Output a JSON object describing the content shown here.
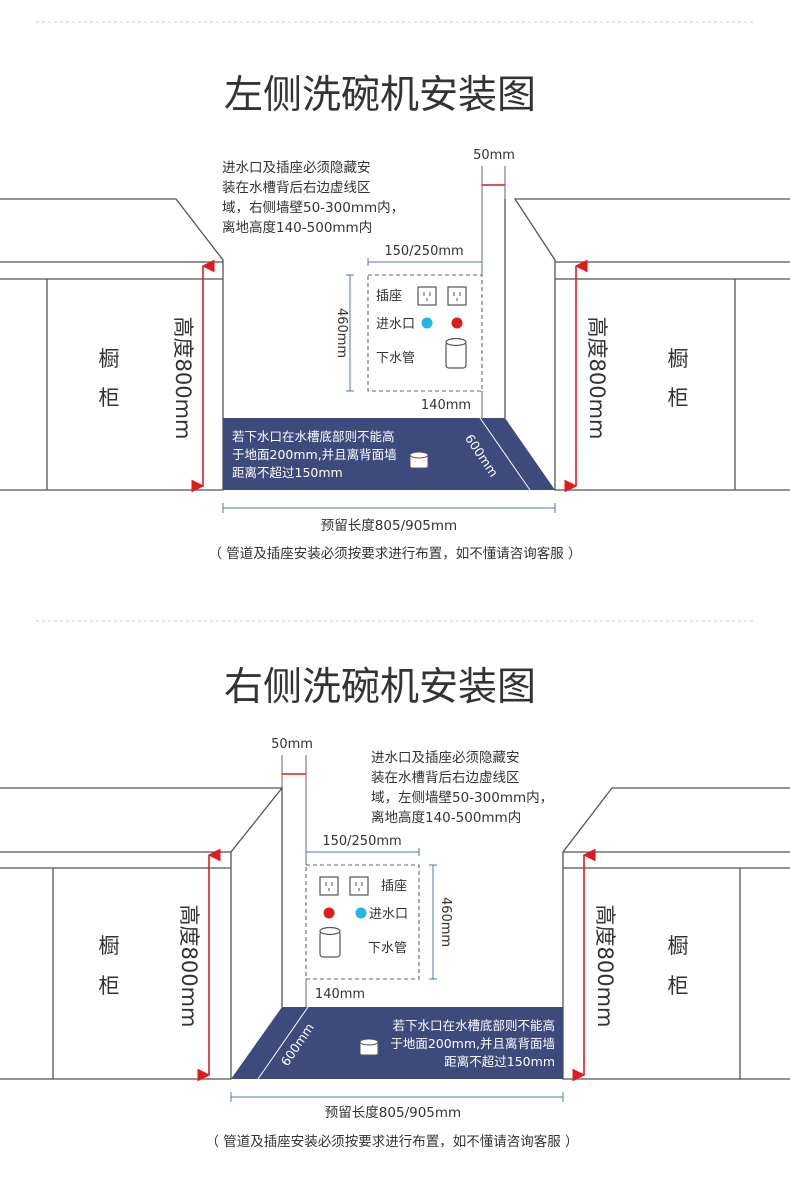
{
  "colors": {
    "floor": "#3c4a7c",
    "red": "#e11b1b",
    "cyan": "#1fb6e8",
    "blue_dim": "#4a78c8",
    "line": "#555555"
  },
  "left": {
    "title": "左侧洗碗机安装图",
    "note": [
      "进水口及插座必须隐藏安",
      "装在水槽背后右边虚线区",
      "域，右侧墙壁50-300mm内，",
      "离地高度140-500mm内"
    ],
    "dim_50": "50mm",
    "dim_width": "150/250mm",
    "dim_460": "460mm",
    "dim_140": "140mm",
    "dim_600": "600mm",
    "height_left": "高度800mm",
    "height_right": "高度800mm",
    "cabinet_left": [
      "橱",
      "柜"
    ],
    "cabinet_right": [
      "橱",
      "柜"
    ],
    "socket": "插座",
    "inlet": "进水口",
    "drain": "下水管",
    "floor_note": [
      "若下水口在水槽底部则不能高",
      "于地面200mm,并且离背面墙",
      "距离不超过150mm"
    ],
    "reserve": "预留长度805/905mm",
    "footnote": "（ 管道及插座安装必须按要求进行布置，如不懂请咨询客服 ）"
  },
  "right": {
    "title": "右侧洗碗机安装图",
    "note": [
      "进水口及插座必须隐藏安",
      "装在水槽背后右边虚线区",
      "域，左侧墙壁50-300mm内，",
      "离地高度140-500mm内"
    ],
    "dim_50": "50mm",
    "dim_width": "150/250mm",
    "dim_460": "460mm",
    "dim_140": "140mm",
    "dim_600": "600mm",
    "height_left": "高度800mm",
    "height_right": "高度800mm",
    "cabinet_left": [
      "橱",
      "柜"
    ],
    "cabinet_right": [
      "橱",
      "柜"
    ],
    "socket": "插座",
    "inlet": "进水口",
    "drain": "下水管",
    "floor_note": [
      "若下水口在水槽底部则不能高",
      "于地面200mm,并且离背面墙",
      "距离不超过150mm"
    ],
    "reserve": "预留长度805/905mm",
    "footnote": "（ 管道及插座安装必须按要求进行布置，如不懂请咨询客服 ）"
  }
}
